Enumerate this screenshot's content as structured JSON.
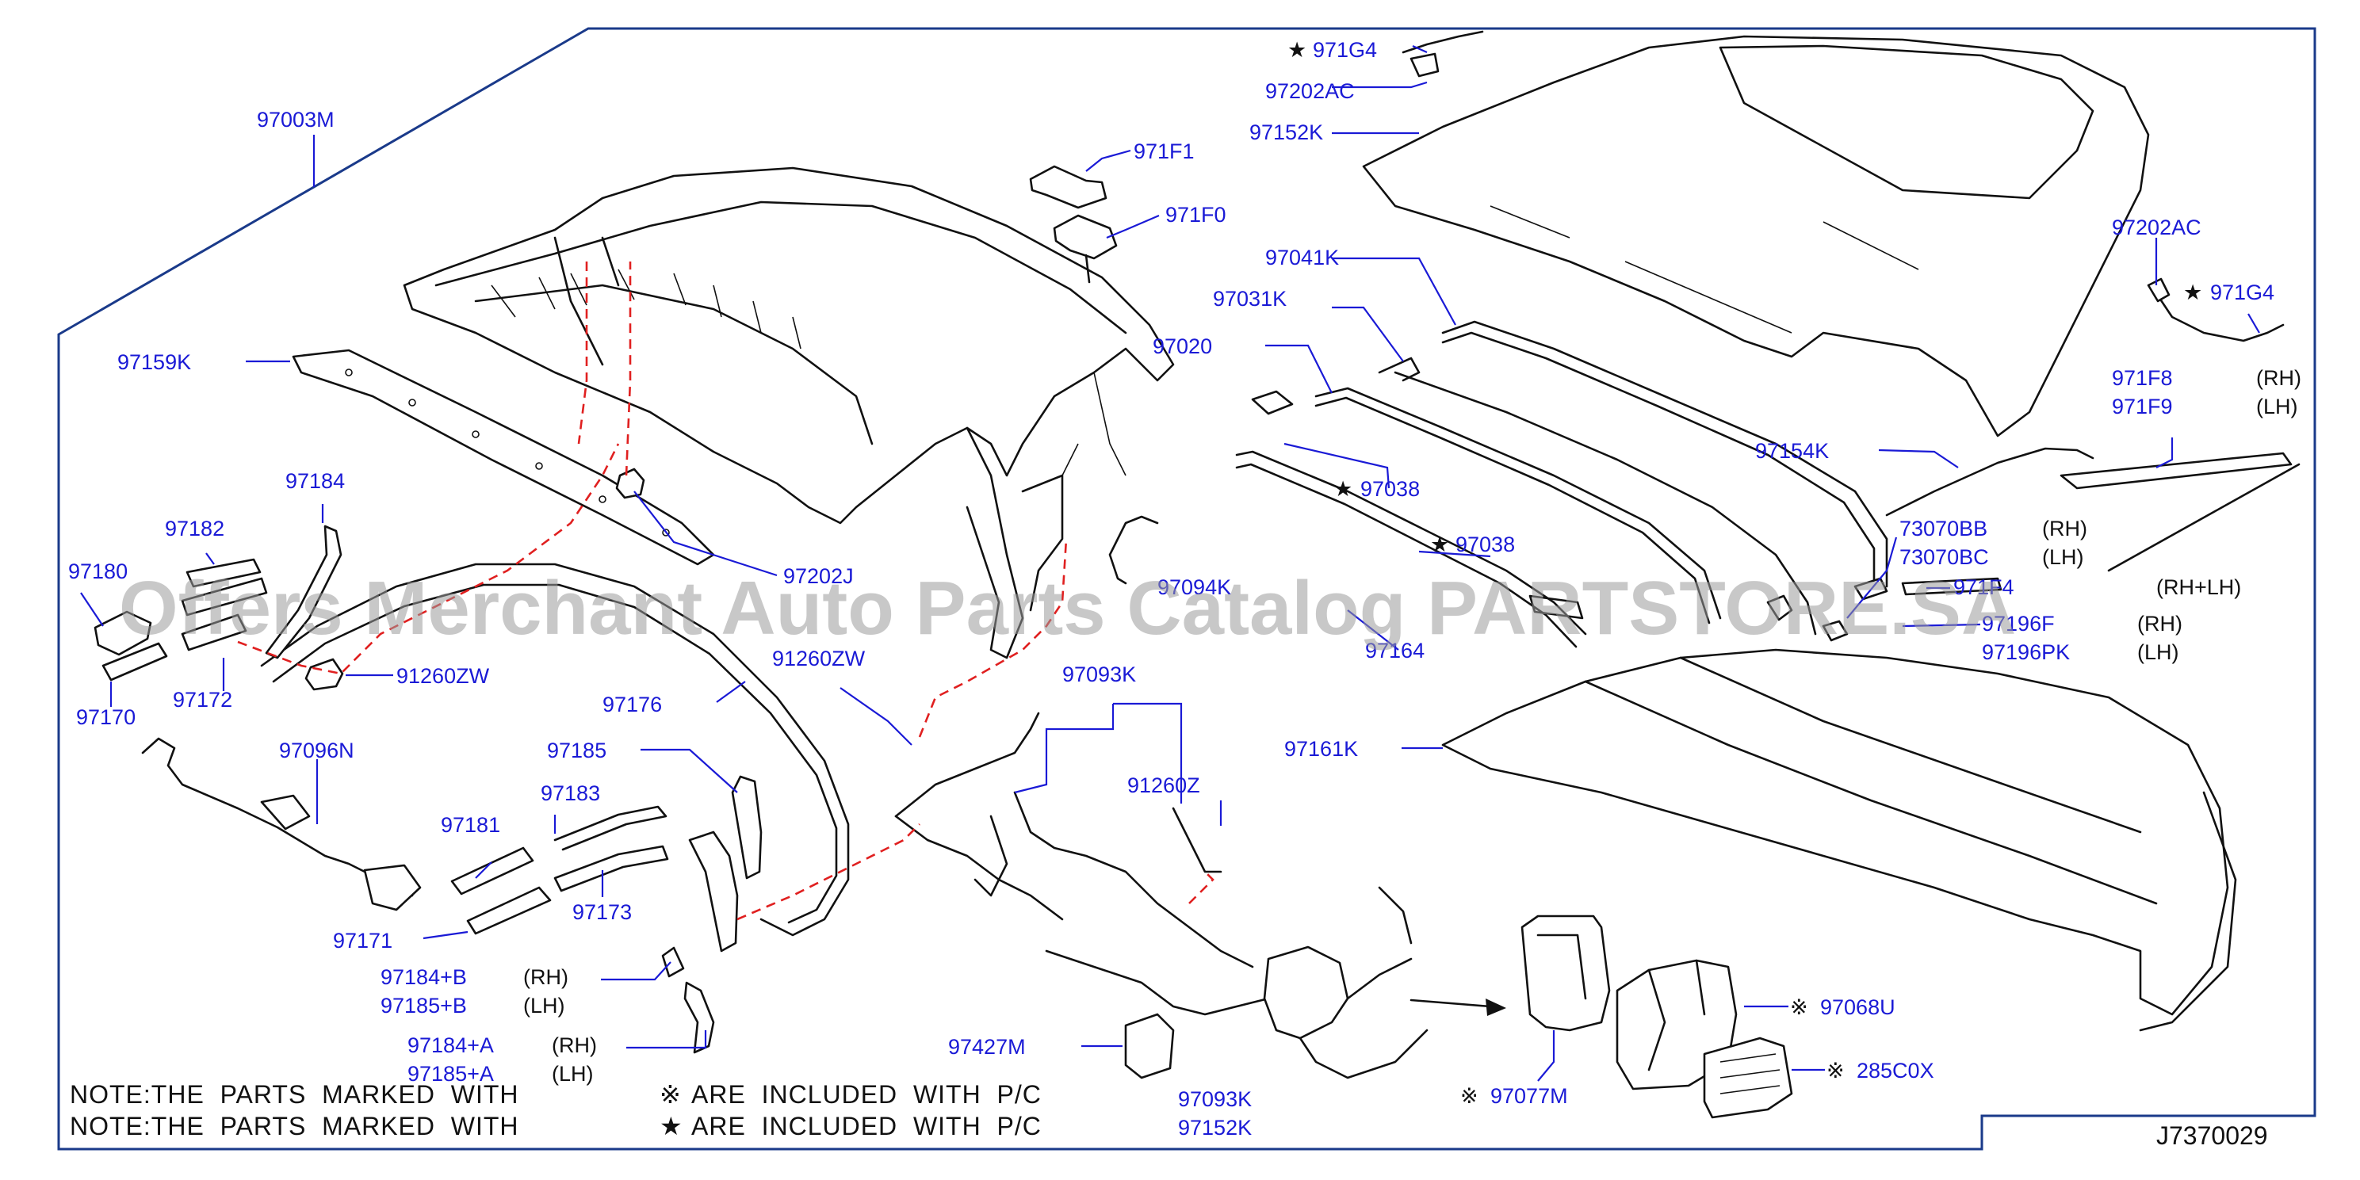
{
  "diagram": {
    "reference": "J7370029",
    "watermark": "Offers Merchant Auto Parts Catalog PARTSTORE.SA",
    "notes": [
      {
        "prefix": "NOTE:THE  PARTS  MARKED  WITH",
        "mark": "※",
        "suffix": "ARE  INCLUDED  WITH  P/C"
      },
      {
        "prefix": "NOTE:THE  PARTS  MARKED  WITH",
        "mark": "★",
        "suffix": "ARE  INCLUDED  WITH  P/C"
      }
    ],
    "labels": {
      "l_97003M": "97003M",
      "l_97159K": "97159K",
      "l_97184": "97184",
      "l_97182": "97182",
      "l_97180": "97180",
      "l_97172": "97172",
      "l_97170": "97170",
      "l_91260ZW_a": "91260ZW",
      "l_97096N": "97096N",
      "l_97176": "97176",
      "l_97185": "97185",
      "l_97183": "97183",
      "l_97181": "97181",
      "l_97173": "97173",
      "l_97171": "97171",
      "l_97184B": "97184+B",
      "l_97185B": "97185+B",
      "l_97184A": "97184+A",
      "l_97185A": "97185+A",
      "l_97202J": "97202J",
      "l_91260ZW_b": "91260ZW",
      "l_97093K_a": "97093K",
      "l_91260Z": "91260Z",
      "l_97427M": "97427M",
      "l_97093K_b": "97093K",
      "l_97152K_b": "97152K",
      "l_971F1": "971F1",
      "l_971F0": "971F0",
      "l_97020": "97020",
      "l_97094K": "97094K",
      "l_971G4_a": "971G4",
      "l_97202AC_a": "97202AC",
      "l_97152K_a": "97152K",
      "l_97041K": "97041K",
      "l_97031K": "97031K",
      "l_97038_a": "97038",
      "l_97038_b": "97038",
      "l_97164": "97164",
      "l_97161K": "97161K",
      "l_97202AC_b": "97202AC",
      "l_971G4_b": "971G4",
      "l_971F8": "971F8",
      "l_971F9": "971F9",
      "l_97154K": "97154K",
      "l_73070BB": "73070BB",
      "l_73070BC": "73070BC",
      "l_971F4": "971F4",
      "l_97196F": "97196F",
      "l_97196PK": "97196PK",
      "l_97068U": "97068U",
      "l_285C0X": "285C0X",
      "l_97077M": "97077M"
    },
    "suffixes": {
      "rh": "(RH)",
      "lh": "(LH)",
      "rhlh": "(RH+LH)"
    },
    "marks": {
      "star": "★",
      "ref": "※"
    },
    "colors": {
      "label": "#1a1ad6",
      "leader": "#1a1ad6",
      "dashed_guide": "#e02020",
      "frame": "#1a3a8a",
      "line_art": "#111111"
    }
  }
}
